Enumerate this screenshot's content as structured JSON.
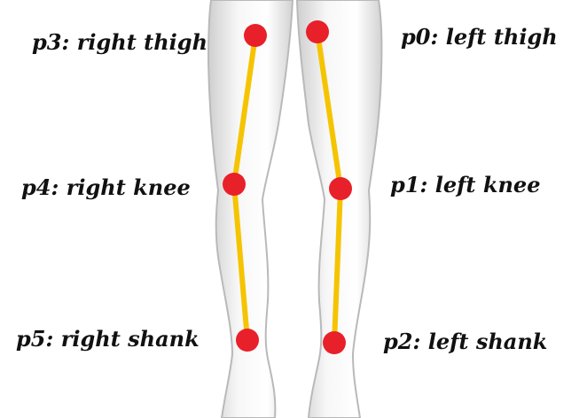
{
  "labels": {
    "p0": "p0: left thigh",
    "p1": "p1: left knee",
    "p2": "p2: left shank",
    "p3": "p3: right thigh",
    "p4": "p4: right knee",
    "p5": "p5: right shank"
  },
  "colors": {
    "keypoint": "#e8202a",
    "bone": "#f5c400",
    "label_text": "#111111",
    "leg_fill": "#f4f4f4",
    "leg_outline": "#b9b9b9"
  },
  "connections": [
    [
      "p3",
      "p4"
    ],
    [
      "p4",
      "p5"
    ],
    [
      "p0",
      "p1"
    ],
    [
      "p1",
      "p2"
    ]
  ]
}
